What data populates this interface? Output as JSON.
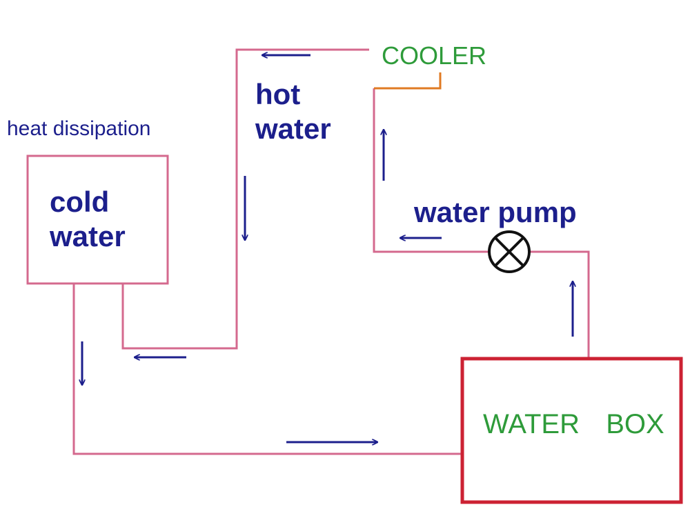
{
  "labels": {
    "heat_dissipation": "heat dissipation",
    "cold_water": "cold\nwater",
    "hot_water": "hot\nwater",
    "cooler": "COOLER",
    "water_pump": "water pump",
    "water_box": "WATER  BOX"
  },
  "colors": {
    "pipe": "#d4698e",
    "box_border": "#cc2233",
    "cooler_pipe": "#e07a22",
    "arrow": "#1c1f8c",
    "label_blue": "#1c1f8c",
    "label_green": "#2e9b3a"
  },
  "icons": {
    "pump": "pump-symbol-icon",
    "flow_arrow": "flow-arrow-icon"
  }
}
